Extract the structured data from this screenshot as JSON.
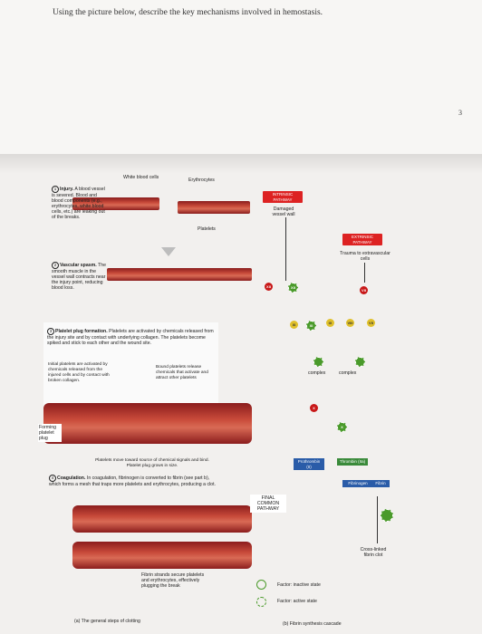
{
  "question": "Using the picture below, describe the key mechanisms involved in hemostasis.",
  "page_number": "3",
  "left_panel": {
    "top_labels": {
      "wbc": "White blood cells",
      "erythrocytes": "Erythrocytes",
      "platelets": "Platelets"
    },
    "step1": {
      "num": "1",
      "title": "Injury.",
      "text": "A blood vessel is severed. Blood and blood components (e.g., erythrocytes, white blood cells, etc.) are leaking out of the breaks."
    },
    "step2": {
      "num": "2",
      "title": "Vascular spasm.",
      "text": "The smooth muscle in the vessel wall contracts near the injury point, reducing blood loss."
    },
    "step3": {
      "num": "3",
      "title": "Platelet plug formation.",
      "text": "Platelets are activated by chemicals released from the injury site and by contact with underlying collagen. The platelets become spiked and stick to each other and the wound site.",
      "note_left": "Initial platelets are activated by chemicals released from the injured cells and by contact with broken collagen.",
      "note_right": "Bound platelets release chemicals that activate and attract other platelets",
      "forming": "Forming platelet plug",
      "move": "Platelets move toward source of chemical signals and bind. Platelet plug grows in size."
    },
    "step4": {
      "num": "4",
      "title": "Coagulation.",
      "text": "In coagulation, fibrinogen is converted to fibrin (see part b), which forms a mesh that traps more platelets and erythrocytes, producing a clot.",
      "fibrin_note": "Fibrin strands secure platelets and erythrocytes, effectively plugging the break"
    },
    "caption": "(a) The general steps of clotting"
  },
  "right_panel": {
    "intrinsic": "INTRINSIC PATHWAY",
    "damaged": "Damaged vessel wall",
    "extrinsic": "EXTRINSIC PATHWAY",
    "trauma": "Trauma to extravascular cells",
    "complex1": "complex",
    "complex2": "complex",
    "final": "FINAL COMMON PATHWAY",
    "prothrombin": "Prothrombin (II)",
    "thrombin": "Thrombin (IIa)",
    "fibrinogen": "Fibrinogen",
    "fibrin": "Fibrin",
    "crosslinked": "Cross-linked fibrin clot",
    "legend_inactive": "Factor: inactive state",
    "legend_active": "Factor: active state",
    "caption": "(b) Fibrin synthesis cascade",
    "factors": [
      "XII",
      "XI",
      "IX",
      "VIII",
      "X",
      "VII",
      "V"
    ]
  },
  "colors": {
    "vessel": "#c84a3a",
    "inactive": "#c81818",
    "active": "#4a9a2a",
    "accent": "#2a5ca8"
  }
}
